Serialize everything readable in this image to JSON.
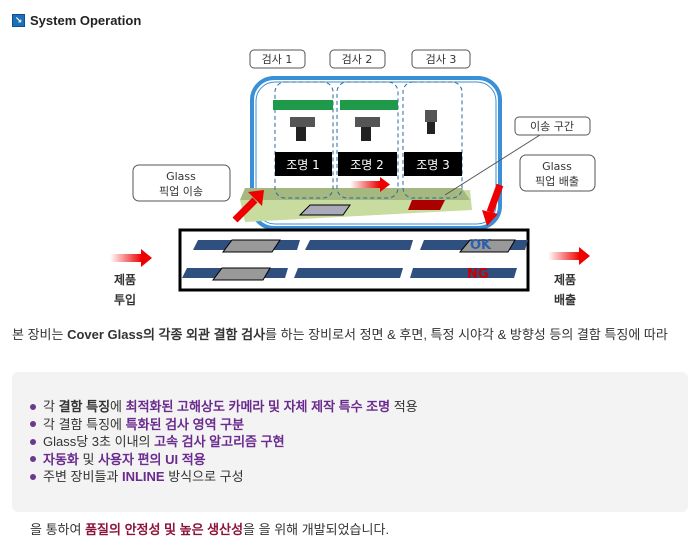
{
  "title": "System Operation",
  "diagram": {
    "inspections": [
      "검사 1",
      "검사 2",
      "검사 3"
    ],
    "lights": [
      "조명 1",
      "조명 2",
      "조명 3"
    ],
    "transfer_zone": "이송 구간",
    "pickup_transfer": [
      "Glass",
      "픽업 이송"
    ],
    "pickup_discharge": [
      "Glass",
      "픽업 배출"
    ],
    "input": [
      "제품",
      "투입"
    ],
    "output": [
      "제품",
      "배출"
    ],
    "ok": "OK",
    "ng": "NG"
  },
  "intro": [
    {
      "t": "본 장비는 "
    },
    {
      "t": "Cover Glass의 각종 외관 결함 검사",
      "s": "b"
    },
    {
      "t": "를 하는 장비로서 정면 & 후면, 특정 시야각 & 방향성 등의 결함 특징에 따라"
    }
  ],
  "bullets": [
    [
      {
        "t": "각 "
      },
      {
        "t": "결함 특징",
        "s": "b"
      },
      {
        "t": "에 "
      },
      {
        "t": "최적화된 고해상도 카메라 및 자체 제작 특수 조명",
        "s": "p"
      },
      {
        "t": " 적용"
      }
    ],
    [
      {
        "t": "각 결함 특징에 "
      },
      {
        "t": "특화된 검사 영역 구분",
        "s": "p"
      }
    ],
    [
      {
        "t": "Glass당 3초 이내의 "
      },
      {
        "t": "고속 검사 알고리즘 구현",
        "s": "p"
      }
    ],
    [
      {
        "t": "자동화",
        "s": "p"
      },
      {
        "t": " 및 "
      },
      {
        "t": "사용자 편의 UI 적용",
        "s": "p"
      }
    ],
    [
      {
        "t": "주변 장비들과 "
      },
      {
        "t": "INLINE",
        "s": "p"
      },
      {
        "t": " 방식으로 구성"
      }
    ]
  ],
  "outro": [
    {
      "t": "을 통하여 "
    },
    {
      "t": "품질의 안정성 및 높은  생산성",
      "s": "r"
    },
    {
      "t": "을 을 위해 개발되었습니다."
    }
  ]
}
